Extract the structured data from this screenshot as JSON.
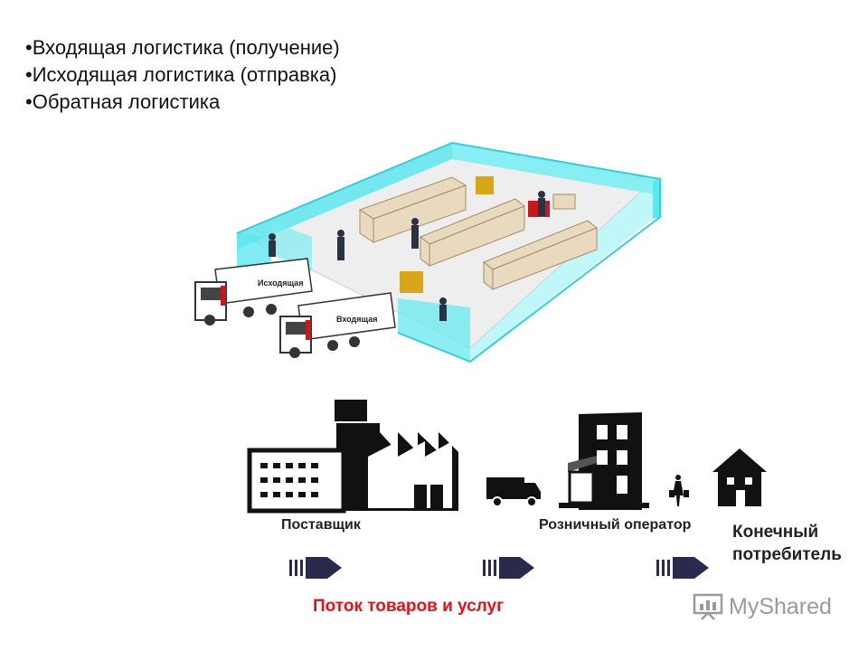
{
  "bullets": [
    "•Входящая логистика (получение)",
    "•Исходящая логистика (отправка)",
    "•Обратная логистика"
  ],
  "trucks": {
    "outbound": "Исходящая",
    "inbound": "Входящая"
  },
  "chain": {
    "supplier": "Поставщик",
    "retailer": "Розничный оператор",
    "consumer_line1": "Конечный",
    "consumer_line2": "потребитель",
    "flow_label": "Поток товаров и услуг"
  },
  "brand": "MyShared",
  "colors": {
    "wall": "#5fe6ef",
    "flow_text": "#e0141c",
    "arrow": "#2b2a4c",
    "box": "#e9d9bf"
  }
}
